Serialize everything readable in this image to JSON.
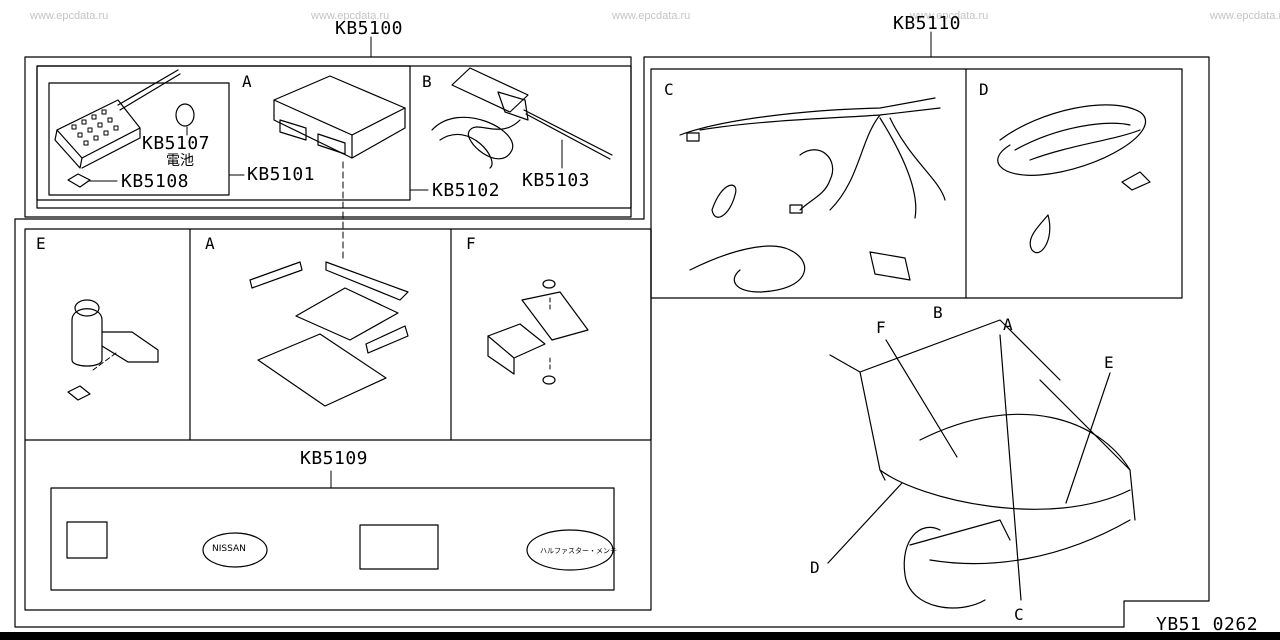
{
  "watermark": "www.epcdata.ru",
  "diagram_code": "YB51 0262",
  "labels": {
    "kb5100": "KB5100",
    "kb5110": "KB5110",
    "kb5101": "KB5101",
    "kb5102": "KB5102",
    "kb5103": "KB5103",
    "kb5107": "KB5107",
    "kb5108": "KB5108",
    "kb5109": "KB5109",
    "battery": "電池"
  },
  "letters": {
    "a": "A",
    "b": "B",
    "c": "C",
    "d": "D",
    "e": "E",
    "f": "F"
  },
  "stickers": {
    "nissan": "NISSAN",
    "katakana": "ハルファスター・メンテ"
  }
}
